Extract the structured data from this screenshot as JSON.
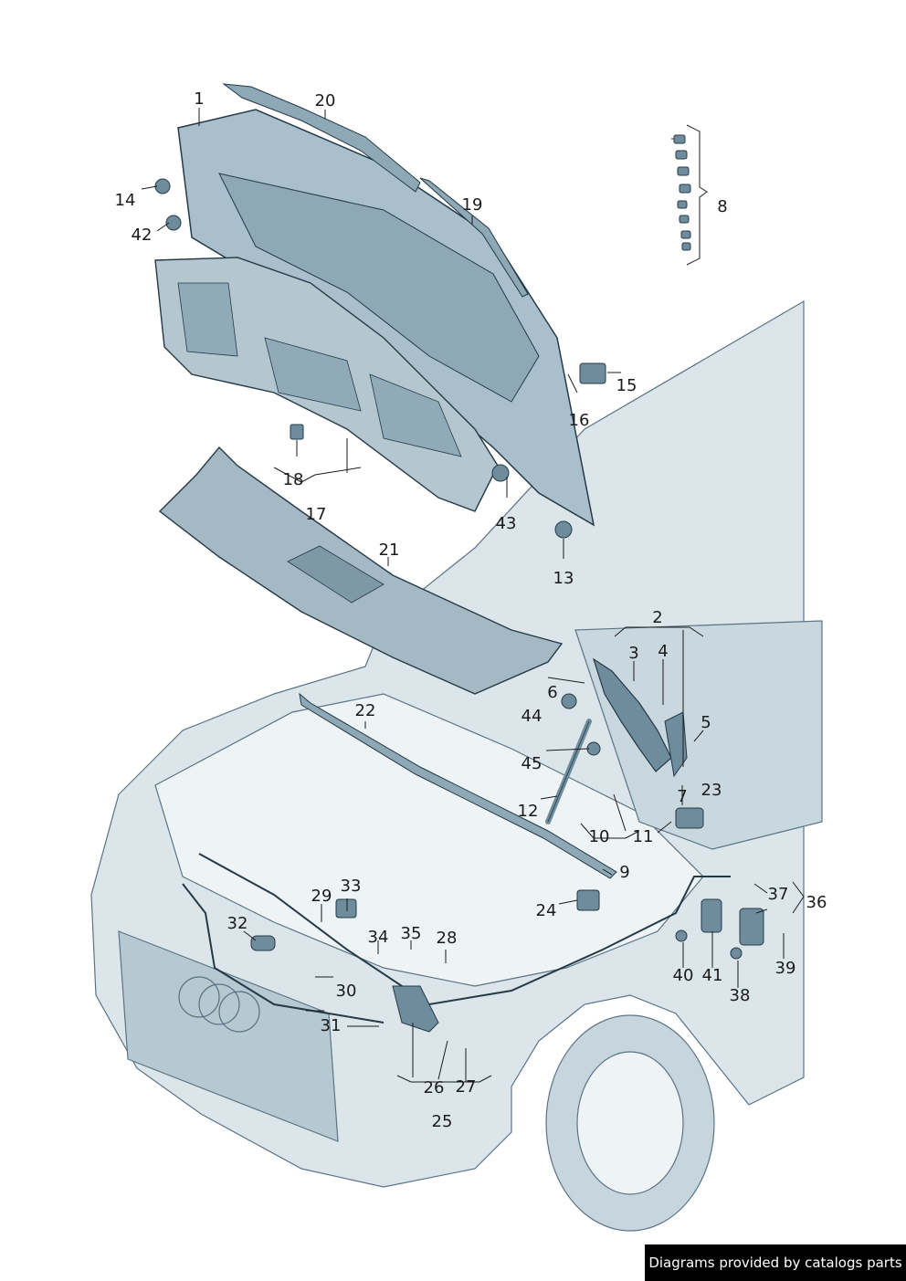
{
  "labels": [
    "1",
    "2",
    "3",
    "4",
    "5",
    "6",
    "7",
    "8",
    "9",
    "10",
    "11",
    "12",
    "13",
    "14",
    "15",
    "16",
    "17",
    "18",
    "19",
    "20",
    "21",
    "22",
    "23",
    "24",
    "25",
    "26",
    "27",
    "28",
    "29",
    "30",
    "31",
    "32",
    "33",
    "34",
    "35",
    "36",
    "37",
    "38",
    "39",
    "40",
    "41",
    "42",
    "43",
    "44",
    "45"
  ],
  "credit": "Diagrams provided by catalogs parts",
  "colors": {
    "part_fill": "#a9bfcb",
    "part_dark": "#6f8c9c",
    "body_fill": "#dbe5ea",
    "line": "#243a47",
    "leader": "#1b1b1b"
  }
}
